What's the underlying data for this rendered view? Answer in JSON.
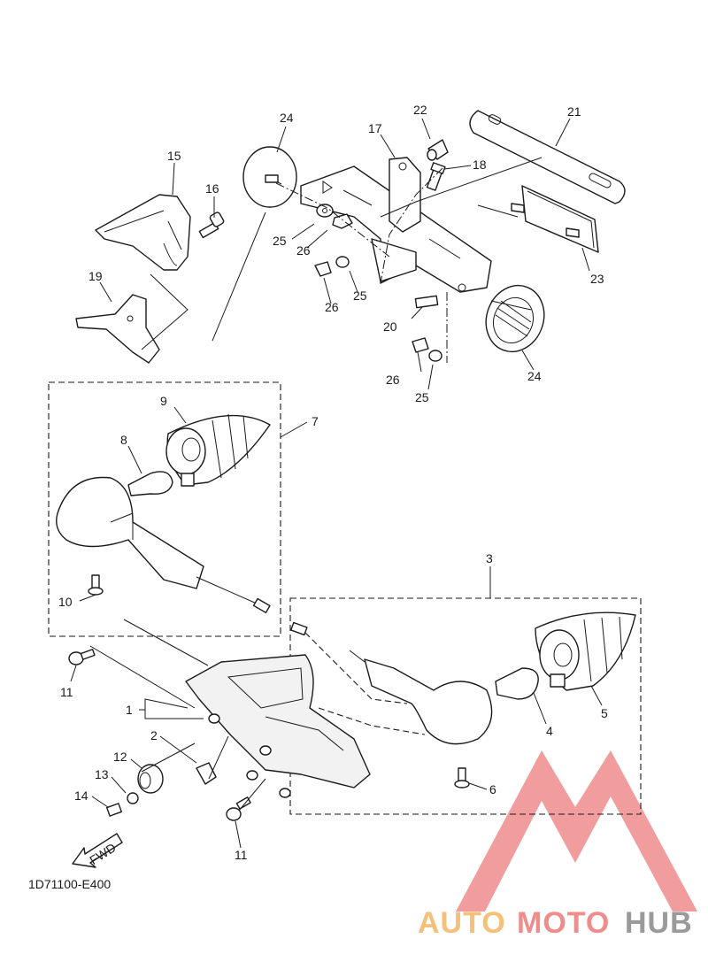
{
  "diagram": {
    "drawing_code": "1D71100-E400",
    "fwd_label": "FWD",
    "callouts": {
      "c1": "1",
      "c2": "2",
      "c3": "3",
      "c4": "4",
      "c5": "5",
      "c6": "6",
      "c7": "7",
      "c8": "8",
      "c9": "9",
      "c10": "10",
      "c11a": "11",
      "c11b": "11",
      "c12": "12",
      "c13": "13",
      "c14": "14",
      "c15": "15",
      "c16": "16",
      "c17": "17",
      "c18": "18",
      "c19": "19",
      "c20": "20",
      "c21": "21",
      "c22": "22",
      "c23": "23",
      "c24a": "24",
      "c24b": "24",
      "c25a": "25",
      "c25b": "25",
      "c25c": "25",
      "c26a": "26",
      "c26b": "26",
      "c26c": "26"
    }
  },
  "watermark": {
    "part1": "AUTO",
    "part2": "MOTO",
    "part3": "HUB",
    "colors": {
      "triangle": "#f08c8c",
      "auto": "#f5c07a",
      "moto": "#f08c8c",
      "hub": "#9a9a9a"
    }
  }
}
